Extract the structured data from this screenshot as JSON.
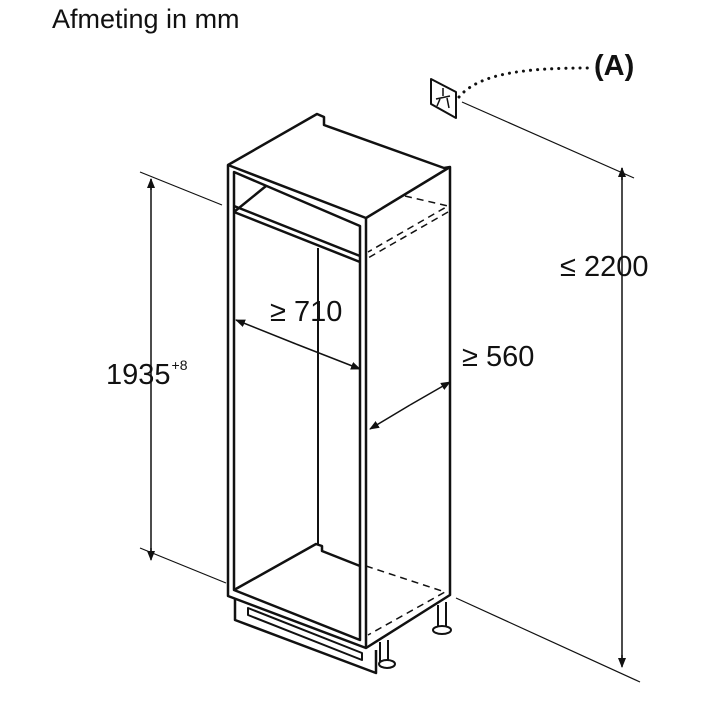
{
  "title": "Afmeting in mm",
  "dimensions": {
    "max_height": "≤ 2200",
    "min_width": "≥ 710",
    "min_depth": "≥ 560",
    "niche_height": "1935",
    "niche_height_tolerance": "+8"
  },
  "callout_label": "(A)",
  "colors": {
    "line": "#111111",
    "background": "#ffffff"
  }
}
